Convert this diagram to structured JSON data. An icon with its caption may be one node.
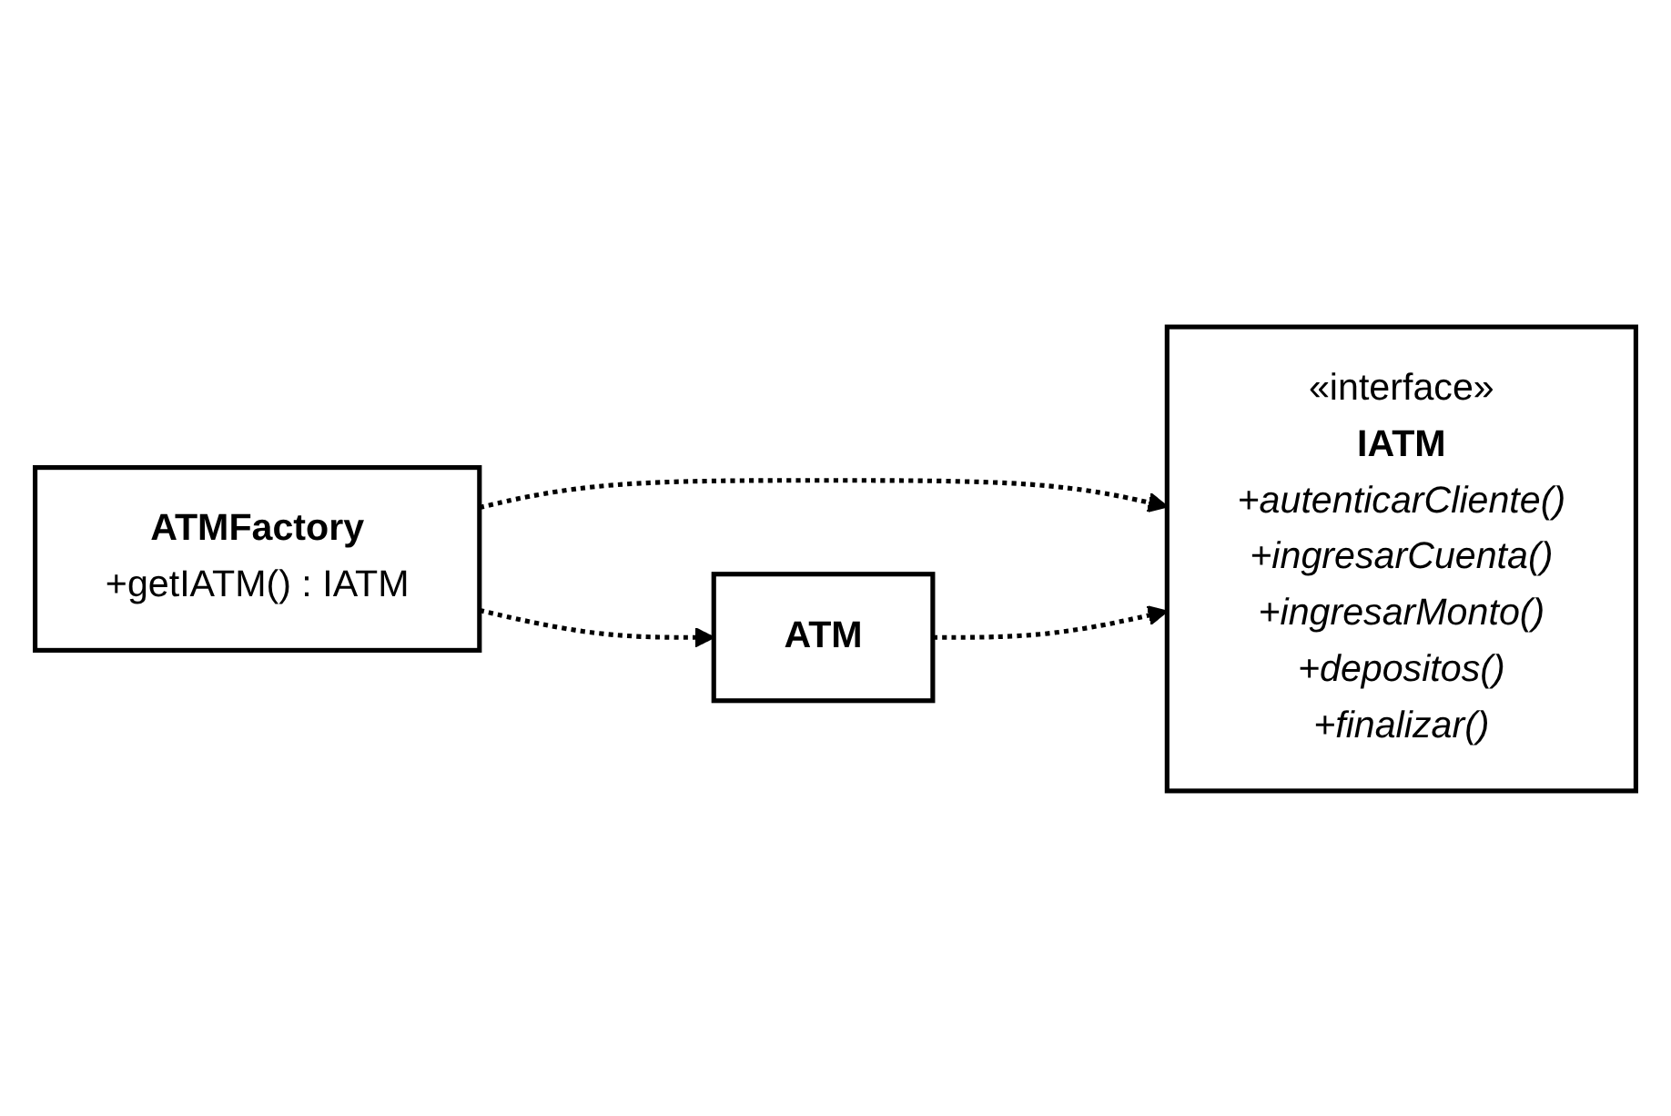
{
  "diagram": {
    "nodes": [
      {
        "text": [
          "«interface»",
          "IATM",
          "+autenticarCliente()",
          "+ingresarCuenta()",
          "+ingresarMonto()",
          "+depositos()",
          "+finalizar()"
        ]
      },
      {
        "text": [
          "ATMFactory",
          "+getIATM() : IATM"
        ]
      },
      {
        "text": [
          "ATM"
        ]
      }
    ],
    "edges": [
      {
        "from": 1,
        "to": 0,
        "arrow": "to",
        "style": "dashed"
      },
      {
        "from": 1,
        "to": 2,
        "arrow": "to",
        "style": "dashed"
      },
      {
        "from": 2,
        "to": 0,
        "arrow": "to",
        "style": "dashed"
      }
    ]
  }
}
